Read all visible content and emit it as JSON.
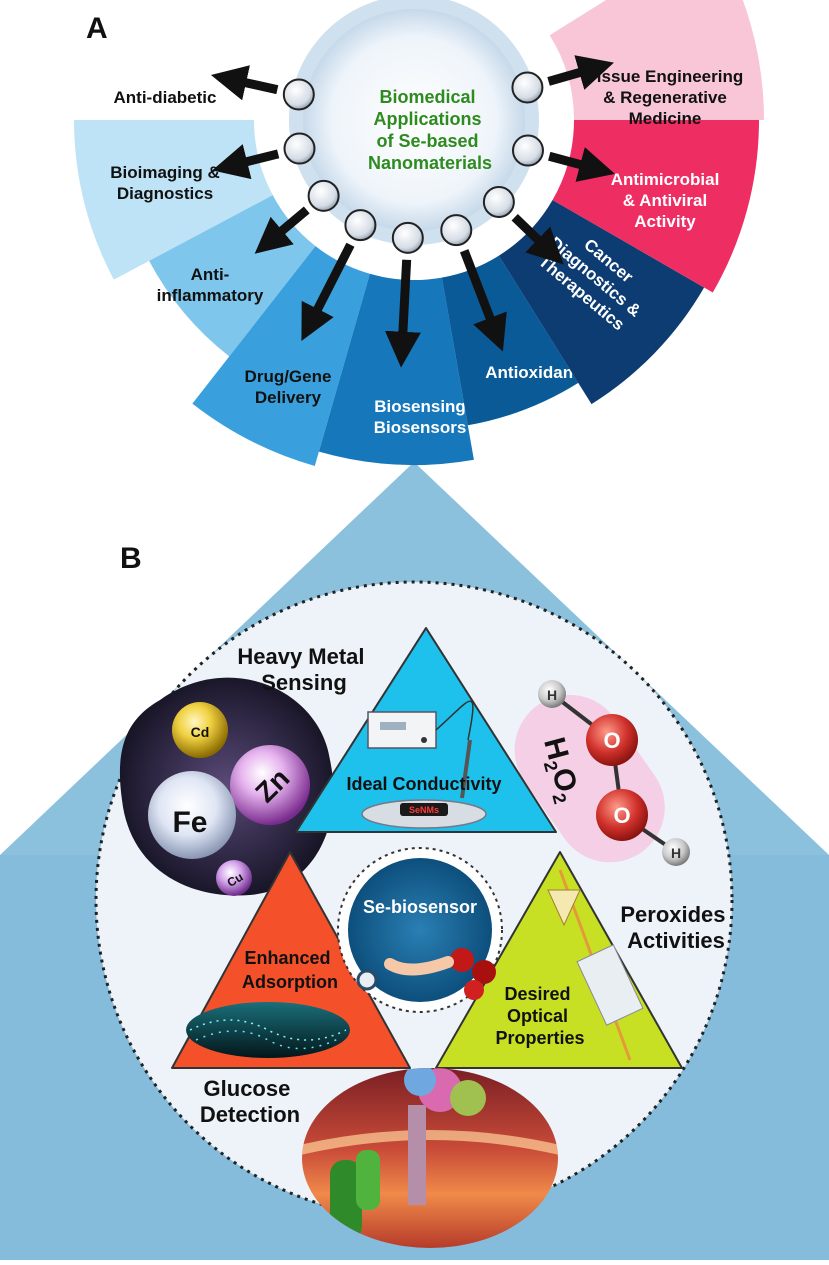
{
  "panel_a": {
    "label": "A",
    "center": [
      "Biomedical",
      "Applications",
      "of Se-based",
      "Nanomaterials"
    ],
    "segments": [
      {
        "lines": [
          "Anti-diabetic"
        ],
        "color": "#ffffff",
        "text": "#111111"
      },
      {
        "lines": [
          "Bioimaging &",
          "Diagnostics"
        ],
        "color": "#bfe3f6",
        "text": "#111111"
      },
      {
        "lines": [
          "Anti-",
          "inflammatory"
        ],
        "color": "#7fc6ec",
        "text": "#111111"
      },
      {
        "lines": [
          "Drug/Gene",
          "Delivery"
        ],
        "color": "#3aa0dd",
        "text": "#111111"
      },
      {
        "lines": [
          "Biosensing",
          "Biosensors"
        ],
        "color": "#1677bb",
        "text": "#ffffff"
      },
      {
        "lines": [
          "Antioxidant"
        ],
        "color": "#0b5a98",
        "text": "#ffffff"
      },
      {
        "lines": [
          "Cancer",
          "Diagnostics &",
          "Therapeutics"
        ],
        "color": "#0c3c72",
        "text": "#ffffff"
      },
      {
        "lines": [
          "Antimicrobial",
          "& Antiviral",
          "Activity"
        ],
        "color": "#ee2e63",
        "text": "#ffffff"
      },
      {
        "lines": [
          "Tissue Engineering",
          "& Regenerative",
          "Medicine"
        ],
        "color": "#f8c6d6",
        "text": "#111111"
      }
    ]
  },
  "panel_b": {
    "label": "B",
    "center_label": "Se-biosensor",
    "chip_label": "SeNMs",
    "formula": "H2O2",
    "atom_labels": {
      "hydrogen": "H",
      "oxygen": "O"
    },
    "metals": [
      "Cd",
      "Zn",
      "Fe",
      "Cu"
    ],
    "triangles": {
      "top": {
        "lines": [
          "Ideal Conductivity"
        ],
        "color": "#1ec1ec"
      },
      "left": {
        "lines": [
          "Enhanced",
          "Adsorption"
        ],
        "color": "#f4512b"
      },
      "right": {
        "lines": [
          "Desired",
          "Optical",
          "Properties"
        ],
        "color": "#c8e023"
      }
    },
    "outer_labels": {
      "heavy_metal": [
        "Heavy Metal",
        "Sensing"
      ],
      "peroxides": [
        "Peroxides",
        "Activities"
      ],
      "glucose": [
        "Glucose",
        "Detection"
      ]
    },
    "colors": {
      "hexagon": "#8cc1de",
      "disc": "#edf3f9",
      "formula_bubble": "#f4cfe6"
    }
  }
}
